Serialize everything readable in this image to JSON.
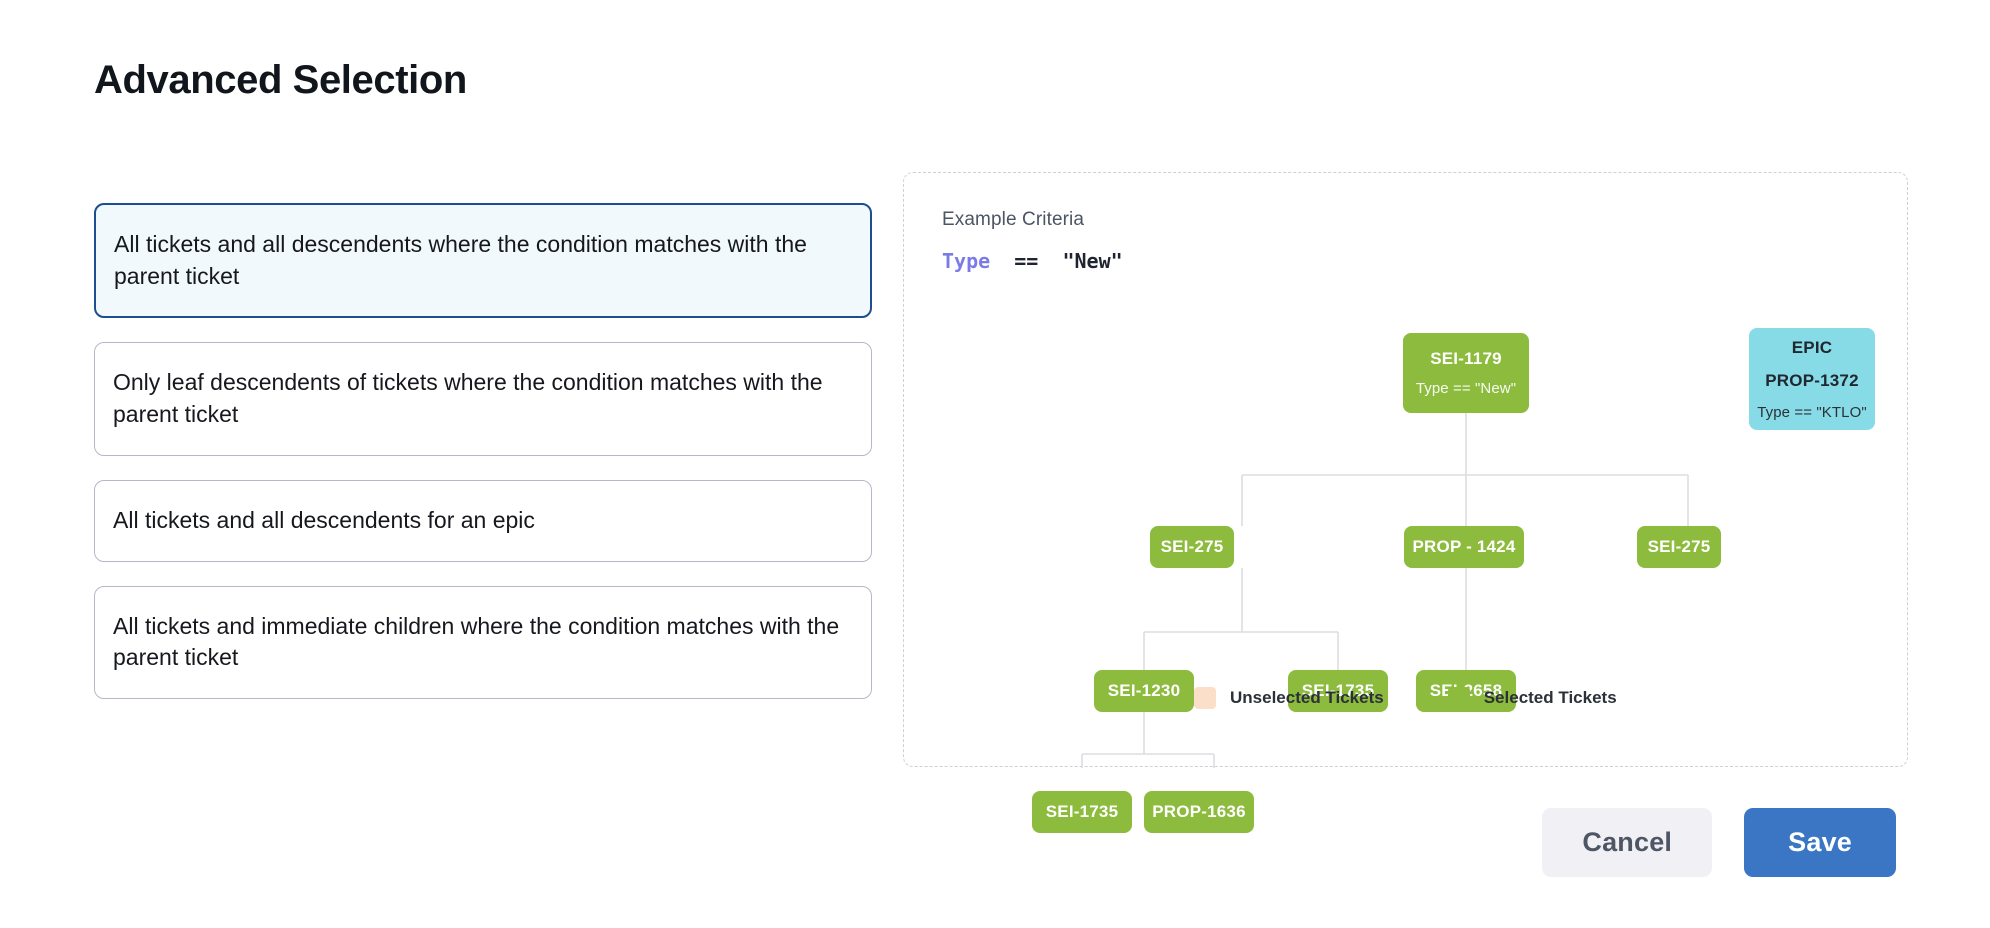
{
  "page": {
    "title": "Advanced Selection"
  },
  "options": [
    {
      "label": "All tickets and all descendents where the condition matches with the parent ticket",
      "selected": true
    },
    {
      "label": "Only leaf descendents of tickets where the condition matches with the parent ticket",
      "selected": false
    },
    {
      "label": "All tickets and all descendents for an epic",
      "selected": false
    },
    {
      "label": "All tickets and immediate children where the condition matches with the parent ticket",
      "selected": false
    }
  ],
  "diagram": {
    "criteria_title": "Example Criteria",
    "criteria_field": "Type",
    "criteria_operator": "==",
    "criteria_value": "\"New\"",
    "nodes": {
      "root": {
        "id": "SEI-1179",
        "sub": "Type == \"New\""
      },
      "epic": {
        "tag": "EPIC",
        "id": "PROP-1372",
        "sub": "Type == \"KTLO\""
      },
      "r2c1": {
        "id": "SEI-275"
      },
      "r2c2": {
        "id": "PROP - 1424"
      },
      "r2c3": {
        "id": "SEI-275"
      },
      "r3c1": {
        "id": "SEI-1230"
      },
      "r3c2": {
        "id": "SEI-1735"
      },
      "r3c3": {
        "id": "SEI-2658"
      },
      "r4c1": {
        "id": "SEI-1735"
      },
      "r4c2": {
        "id": "PROP-1636"
      }
    },
    "legend": [
      {
        "label": "Unselected Tickets",
        "color": "#fbdfc8"
      },
      {
        "label": "Selected Tickets",
        "color": "#8cbb3d"
      }
    ]
  },
  "footer": {
    "cancel_label": "Cancel",
    "save_label": "Save"
  },
  "colors": {
    "selected_node": "#8cbb3d",
    "epic_node": "#86dbe6",
    "unselected_swatch": "#fbdfc8",
    "primary_button": "#3a76c4",
    "selected_card_border": "#1d4e8f",
    "selected_card_bg": "#f1f9fc"
  }
}
